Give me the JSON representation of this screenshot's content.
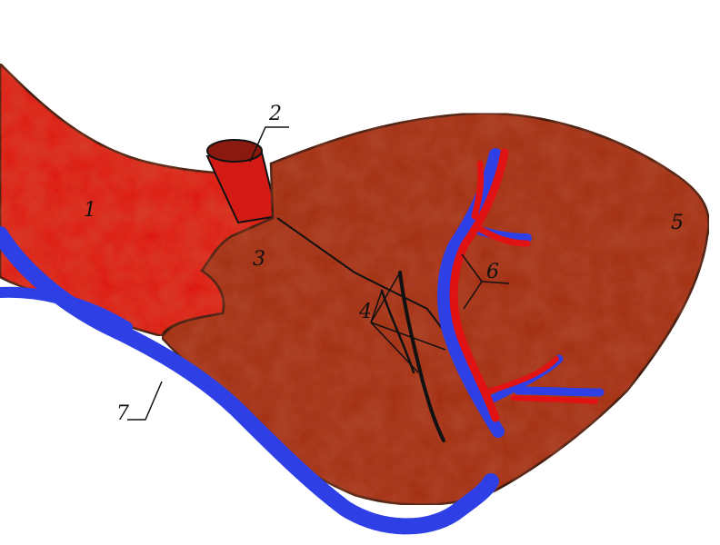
{
  "labels": {
    "l1": "1",
    "l2": "2",
    "l3": "3",
    "l4": "4",
    "l5": "5",
    "l6": "6",
    "l7": "7"
  },
  "colors": {
    "artery_red": "#e01212",
    "organ_brown": "#a32d16",
    "vein_blue": "#2f3fe6",
    "outline": "#111111",
    "background": "#ffffff"
  }
}
